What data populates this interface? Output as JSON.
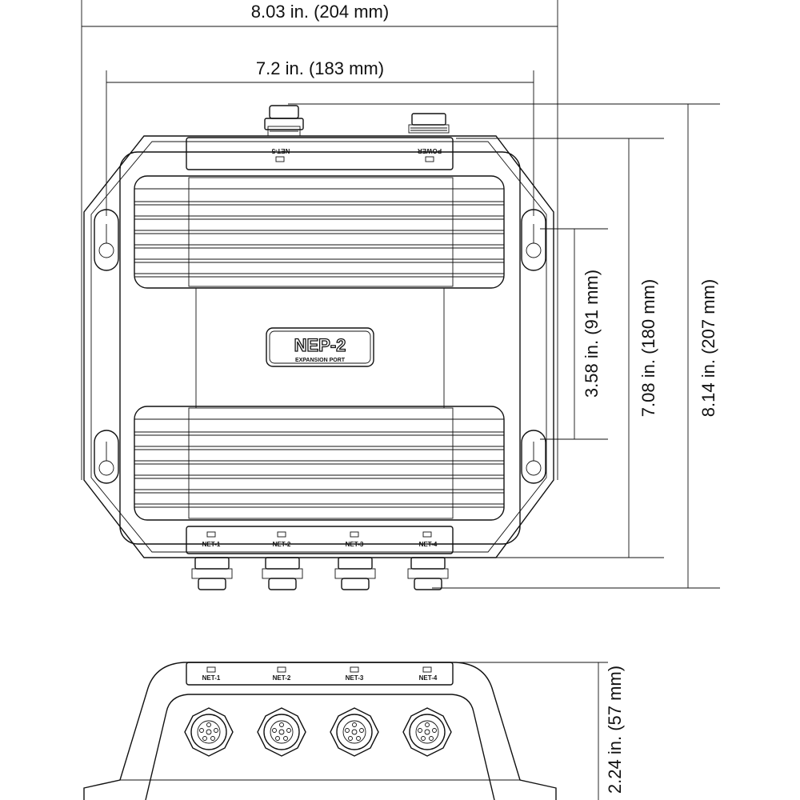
{
  "dimensions": {
    "overall_width": "8.03 in. (204 mm)",
    "mount_width": "7.2 in. (183 mm)",
    "mount_hole_spacing": "3.58 in. (91 mm)",
    "body_height": "7.08 in. (180 mm)",
    "overall_height": "8.14 in. (207 mm)",
    "side_height": "2.24 in. (57 mm)"
  },
  "device": {
    "logo": "NEP-2",
    "logo_subtitle": "EXPANSION PORT",
    "top_ports": [
      "NET-5",
      "POWER"
    ],
    "bottom_ports": [
      "NET-1",
      "NET-2",
      "NET-3",
      "NET-4"
    ]
  }
}
